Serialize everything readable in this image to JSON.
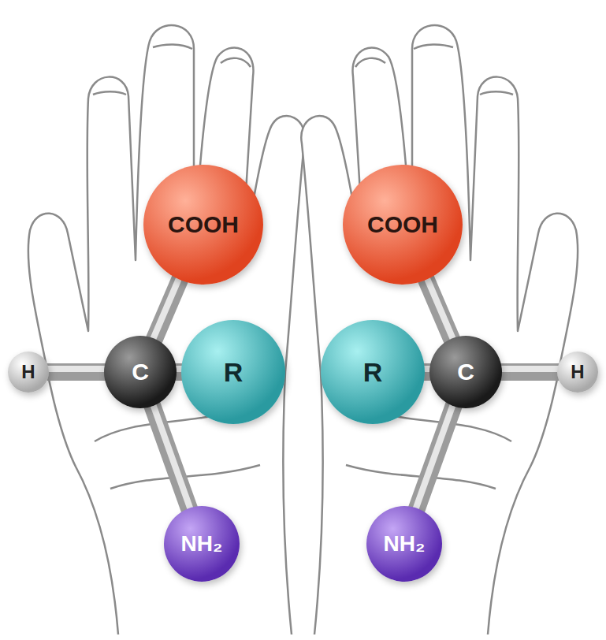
{
  "diagram": {
    "nodes": [
      {
        "text": [
          "COOH"
        ]
      },
      {
        "text": [
          "H"
        ]
      },
      {
        "text": [
          "C"
        ]
      },
      {
        "text": [
          "R"
        ]
      },
      {
        "text": [
          "NH₂"
        ]
      },
      {
        "text": [
          "COOH"
        ]
      },
      {
        "text": [
          "R"
        ]
      },
      {
        "text": [
          "C"
        ]
      },
      {
        "text": [
          "H"
        ]
      },
      {
        "text": [
          "NH₂"
        ]
      }
    ],
    "edges": [
      {
        "from": 2,
        "to": 1,
        "arrow": "none"
      },
      {
        "from": 2,
        "to": 0,
        "arrow": "none"
      },
      {
        "from": 2,
        "to": 3,
        "arrow": "none"
      },
      {
        "from": 2,
        "to": 4,
        "arrow": "none"
      },
      {
        "from": 7,
        "to": 8,
        "arrow": "none"
      },
      {
        "from": 7,
        "to": 5,
        "arrow": "none"
      },
      {
        "from": 7,
        "to": 6,
        "arrow": "none"
      },
      {
        "from": 7,
        "to": 9,
        "arrow": "none"
      }
    ]
  }
}
